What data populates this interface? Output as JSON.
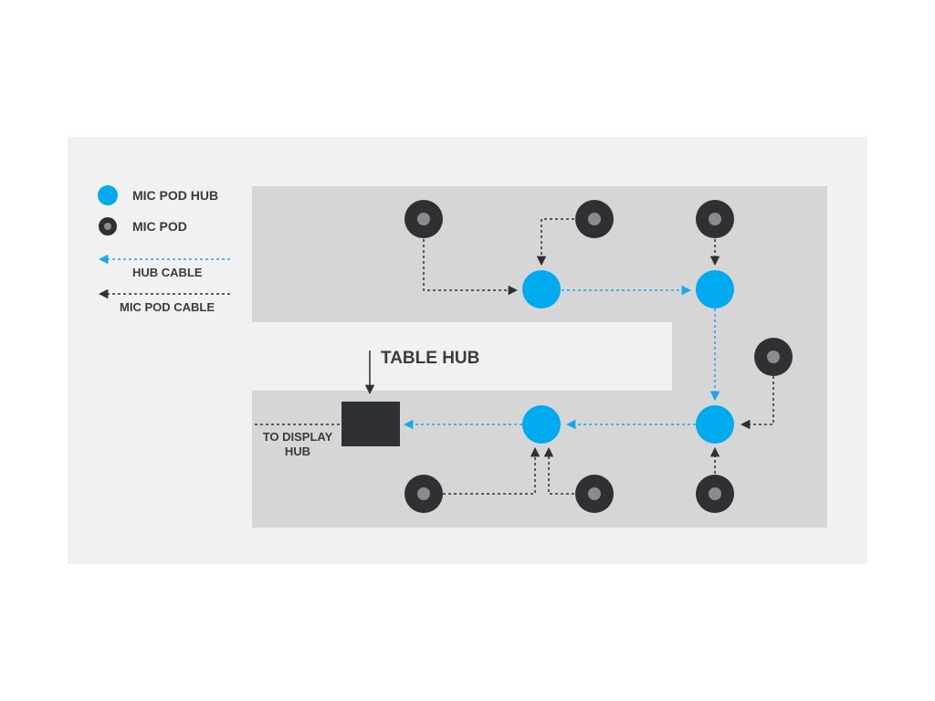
{
  "legend": {
    "mic_pod_hub": "MIC POD HUB",
    "mic_pod": "MIC POD",
    "hub_cable": "HUB CABLE",
    "mic_pod_cable": "MIC POD CABLE"
  },
  "labels": {
    "table_hub": "TABLE HUB",
    "to_display_line1": "TO DISPLAY",
    "to_display_line2": "HUB"
  },
  "colors": {
    "hub": "#00aaef",
    "pod_outer": "#2f3033",
    "pod_inner": "#8a8b8d",
    "table": "#d6d6d7",
    "panel": "#f1f1f1",
    "cable": "#2f3033"
  }
}
